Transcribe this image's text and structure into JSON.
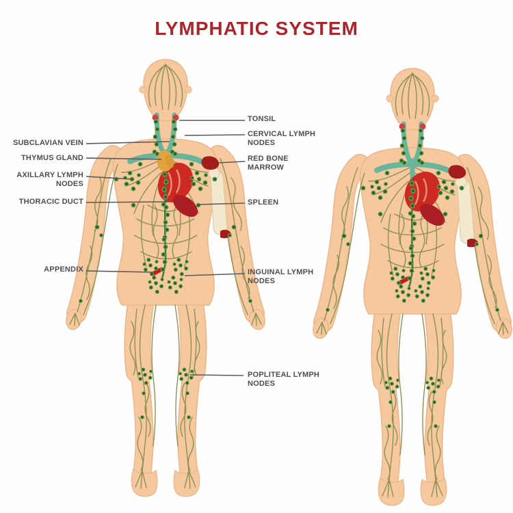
{
  "title": "LYMPHATIC SYSTEM",
  "diagram": {
    "description": "Human lymphatic system, anterior and posterior full-body views",
    "figures": [
      {
        "id": "front",
        "view": "anterior body view"
      },
      {
        "id": "back",
        "view": "posterior body view"
      }
    ]
  },
  "labels": {
    "left": [
      {
        "text": "SUBCLAVIAN VEIN"
      },
      {
        "text": "THYMUS GLAND"
      },
      {
        "text": "AXILLARY LYMPH\nNODES"
      },
      {
        "text": "THORACIC DUCT"
      },
      {
        "text": "APPENDIX"
      }
    ],
    "right": [
      {
        "text": "TONSIL"
      },
      {
        "text": "CERVICAL LYMPH\nNODES"
      },
      {
        "text": "RED BONE\nMARROW"
      },
      {
        "text": "SPLEEN"
      },
      {
        "text": "INGUINAL LYMPH\nNODES"
      },
      {
        "text": "POPLITEAL LYMPH\nNODES"
      }
    ]
  },
  "colors": {
    "title_red": "#a8262c",
    "label_gray": "#4d4d4d",
    "leader_line": "#595959",
    "skin": "#f6c89e",
    "skin_outline": "#ecb58a",
    "lymph_vessel_olive": "#8d9053",
    "lymph_node_green": "#2c642b",
    "node_halo_green": "#7fb05f",
    "vein_teal": "#68b59b",
    "heart_red": "#cc2920",
    "thymus_orange": "#e1a33d",
    "spleen_dark_red": "#aa1e24",
    "bone_marrow_red": "#a31d1c",
    "bone_cream": "#f1e8cd",
    "tonsil_red": "#cf4046"
  }
}
